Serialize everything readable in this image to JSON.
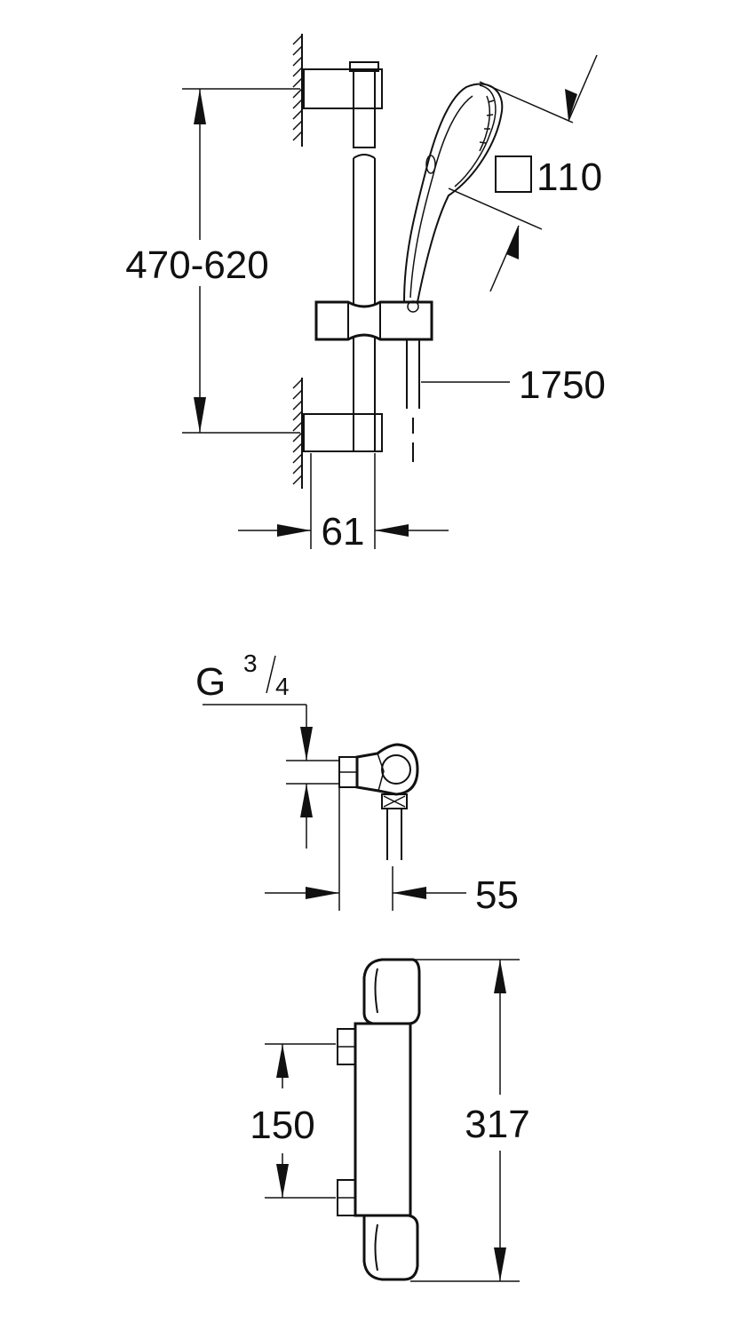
{
  "shower_rail_view": {
    "rail_height_range": "470-620",
    "hand_shower_size": "110",
    "hose_length": "1750",
    "wall_offset": "61"
  },
  "thermostat_side_view": {
    "connection_thread_prefix": "G",
    "connection_thread_numerator": "3",
    "connection_thread_denominator": "4",
    "depth": "55"
  },
  "thermostat_front_view": {
    "connection_spacing": "150",
    "overall_width": "317"
  },
  "colors": {
    "line": "#111111",
    "background": "#ffffff"
  }
}
